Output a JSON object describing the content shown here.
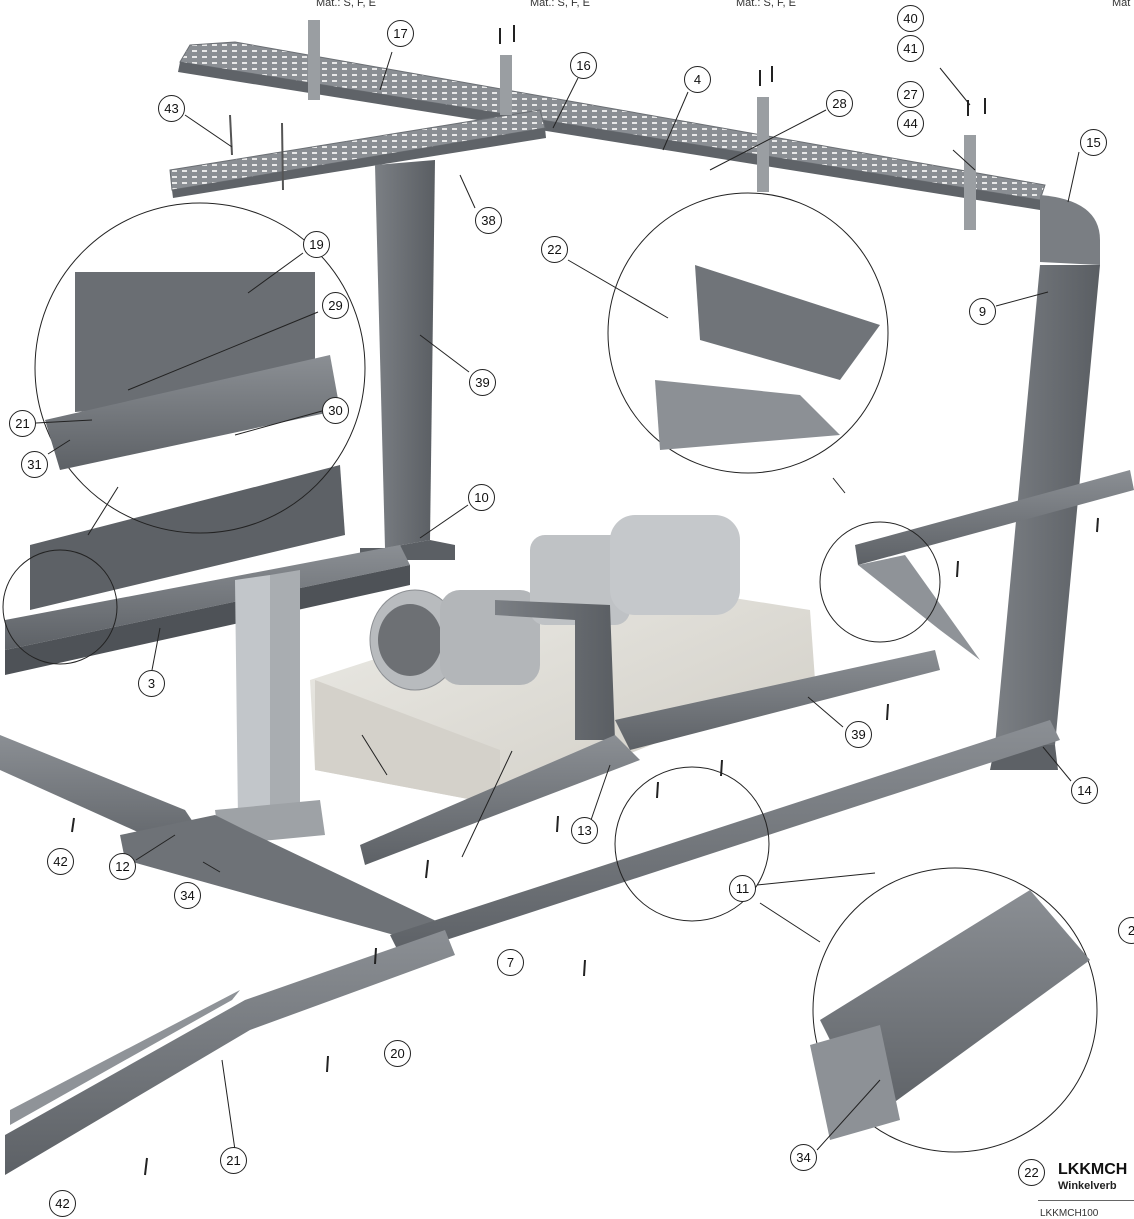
{
  "material_labels": [
    "Mat.: S, F, E",
    "Mat.: S, F, E",
    "Mat.: S, F, E",
    "Mat"
  ],
  "callouts": [
    "17",
    "16",
    "4",
    "40",
    "41",
    "27",
    "44",
    "28",
    "15",
    "43",
    "38",
    "22",
    "9",
    "19",
    "29",
    "39",
    "21",
    "30",
    "31",
    "10",
    "3",
    "39",
    "13",
    "14",
    "42",
    "12",
    "34",
    "11",
    "2",
    "7",
    "20",
    "21",
    "34",
    "42"
  ],
  "product": {
    "badge": "22",
    "title": "LKKMCH",
    "subtitle": "Winkelverb",
    "code": "LKKMCH100"
  },
  "colors": {
    "duct": "#6f7378",
    "duct_dark": "#55595e",
    "duct_light": "#8d9196",
    "concrete": "#e4e2dc",
    "motor": "#b9bcbf",
    "background": "#ffffff"
  }
}
